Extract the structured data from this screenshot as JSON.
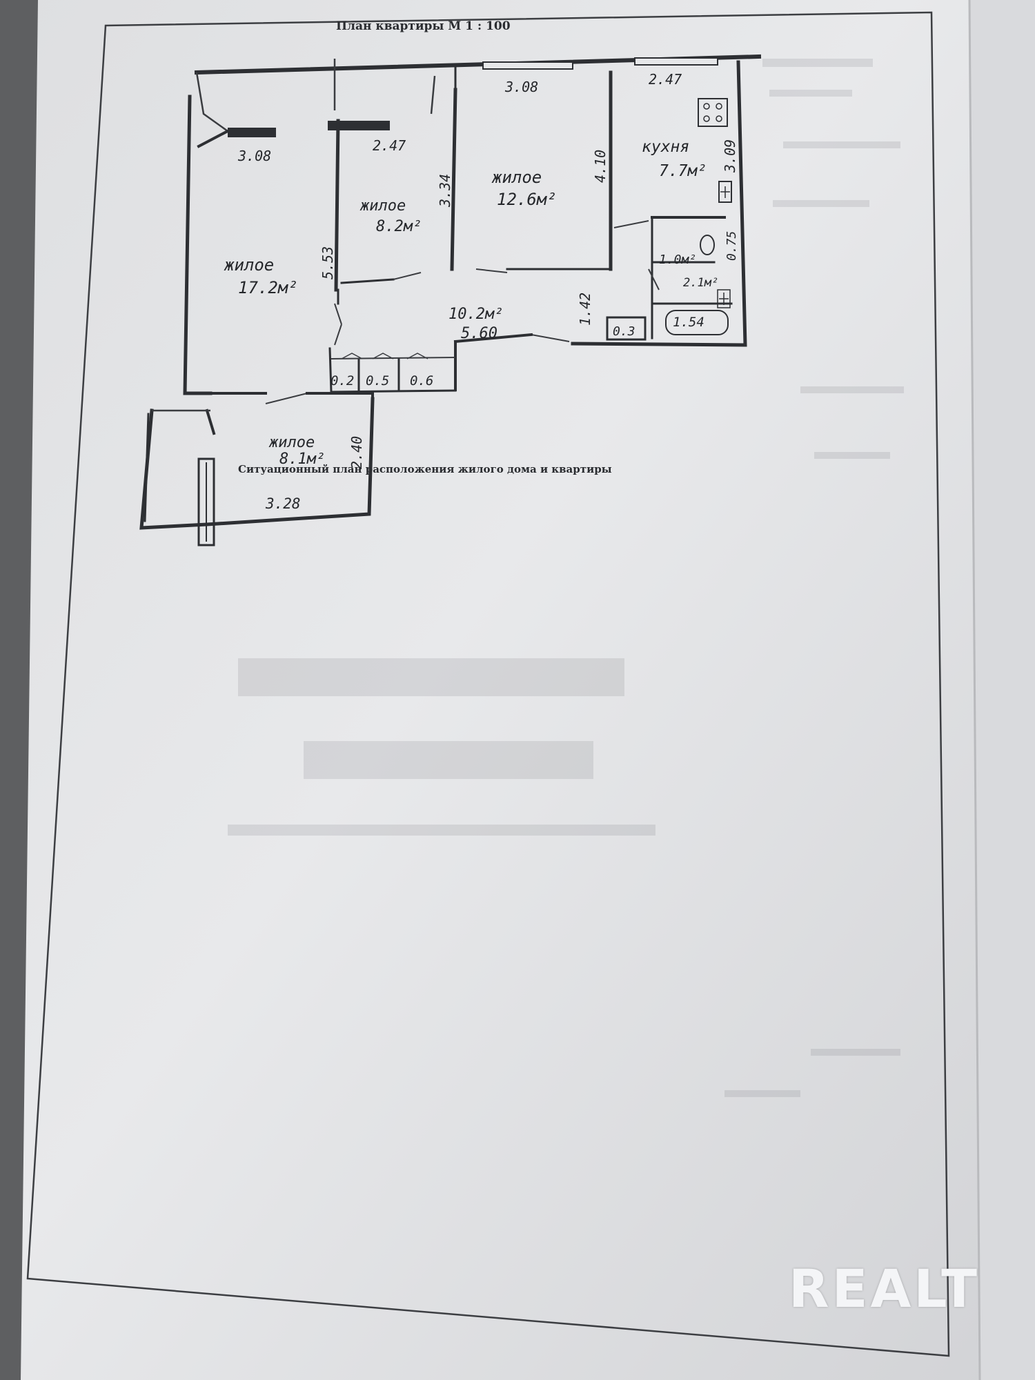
{
  "document": {
    "title": "План квартиры М 1 : 100",
    "section_caption": "Ситуационный план расположения жилого дома и квартиры"
  },
  "rooms": [
    {
      "name": "жилое",
      "area": "17.2м²"
    },
    {
      "name": "жилое",
      "area": "8.2м²"
    },
    {
      "name": "жилое",
      "area": "12.6м²"
    },
    {
      "name": "кухня",
      "area": "7.7м²"
    },
    {
      "name": "жилое",
      "area": "8.1м²"
    }
  ],
  "hall": {
    "area": "10.2м²",
    "length": "5.60"
  },
  "small_areas": {
    "toilet": "1.0м²",
    "bath": "2.1м²",
    "bath_length": "1.54",
    "closet": "0.3",
    "storage": [
      "0.2",
      "0.5",
      "0.6"
    ]
  },
  "dimensions": {
    "room1_width": "3.08",
    "room1_depth": "5.53",
    "room2_width": "2.47",
    "room2_depth": "3.34",
    "room3_width": "3.08",
    "room3_depth": "4.10",
    "kitchen_width": "2.47",
    "kitchen_depth": "3.09",
    "toilet_width": "0.75",
    "hall_depth": "1.42",
    "room5_width": "3.28",
    "room5_depth": "2.40"
  },
  "watermark": "REALT"
}
